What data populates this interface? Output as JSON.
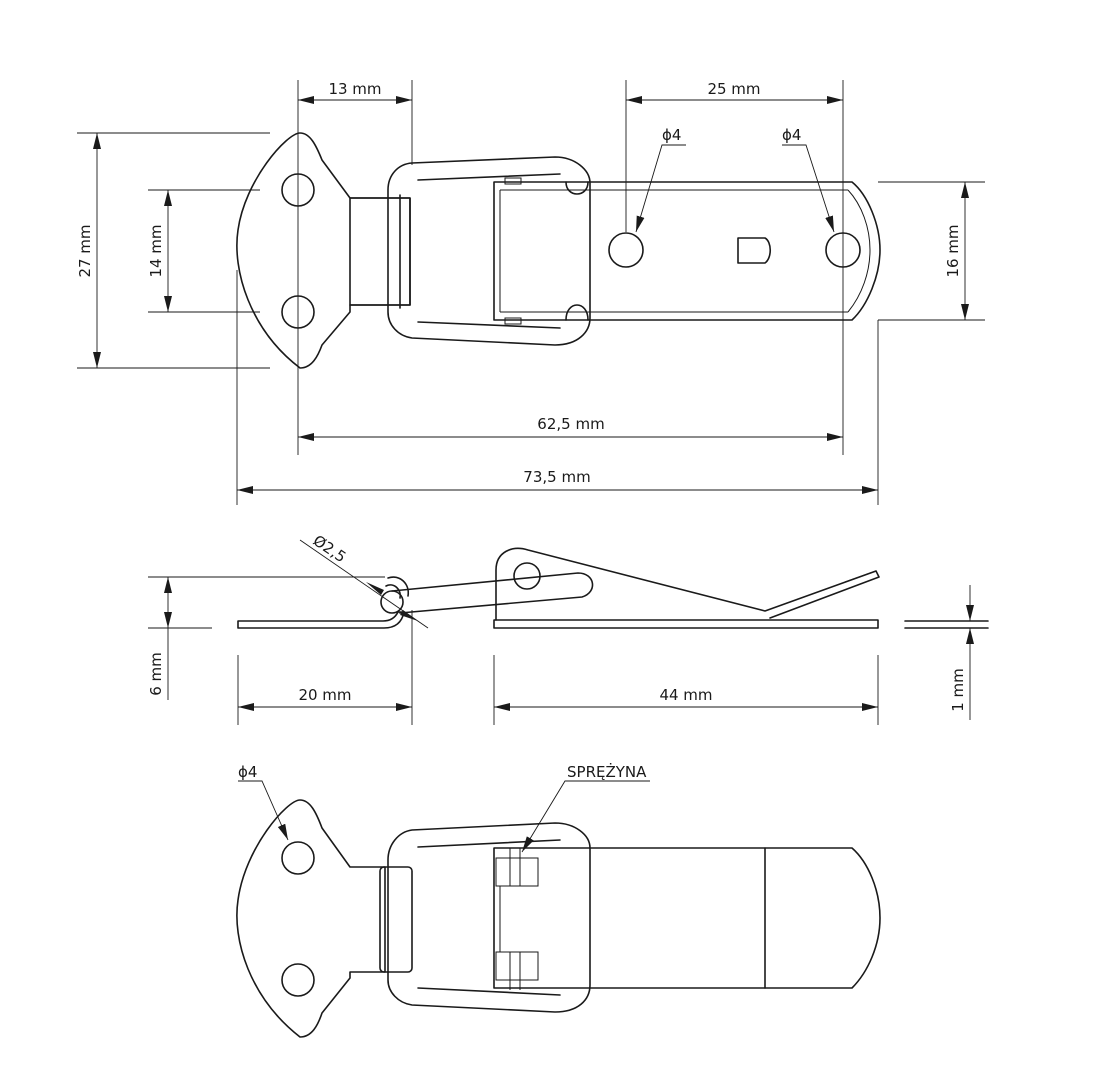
{
  "top_view": {
    "dim_13": "13 mm",
    "dim_25": "25 mm",
    "hole_left": "ϕ4",
    "hole_right": "ϕ4",
    "dim_27": "27 mm",
    "dim_14": "14 mm",
    "dim_16": "16 mm",
    "dim_62_5": "62,5 mm",
    "dim_73_5": "73,5 mm"
  },
  "side_view": {
    "dim_2_5": "Ø2,5",
    "dim_6": "6 mm",
    "dim_20": "20 mm",
    "dim_44": "44 mm",
    "dim_1": "1 mm"
  },
  "bottom_view": {
    "hole": "ϕ4",
    "spring_label": "SPRĘŻYNA"
  }
}
